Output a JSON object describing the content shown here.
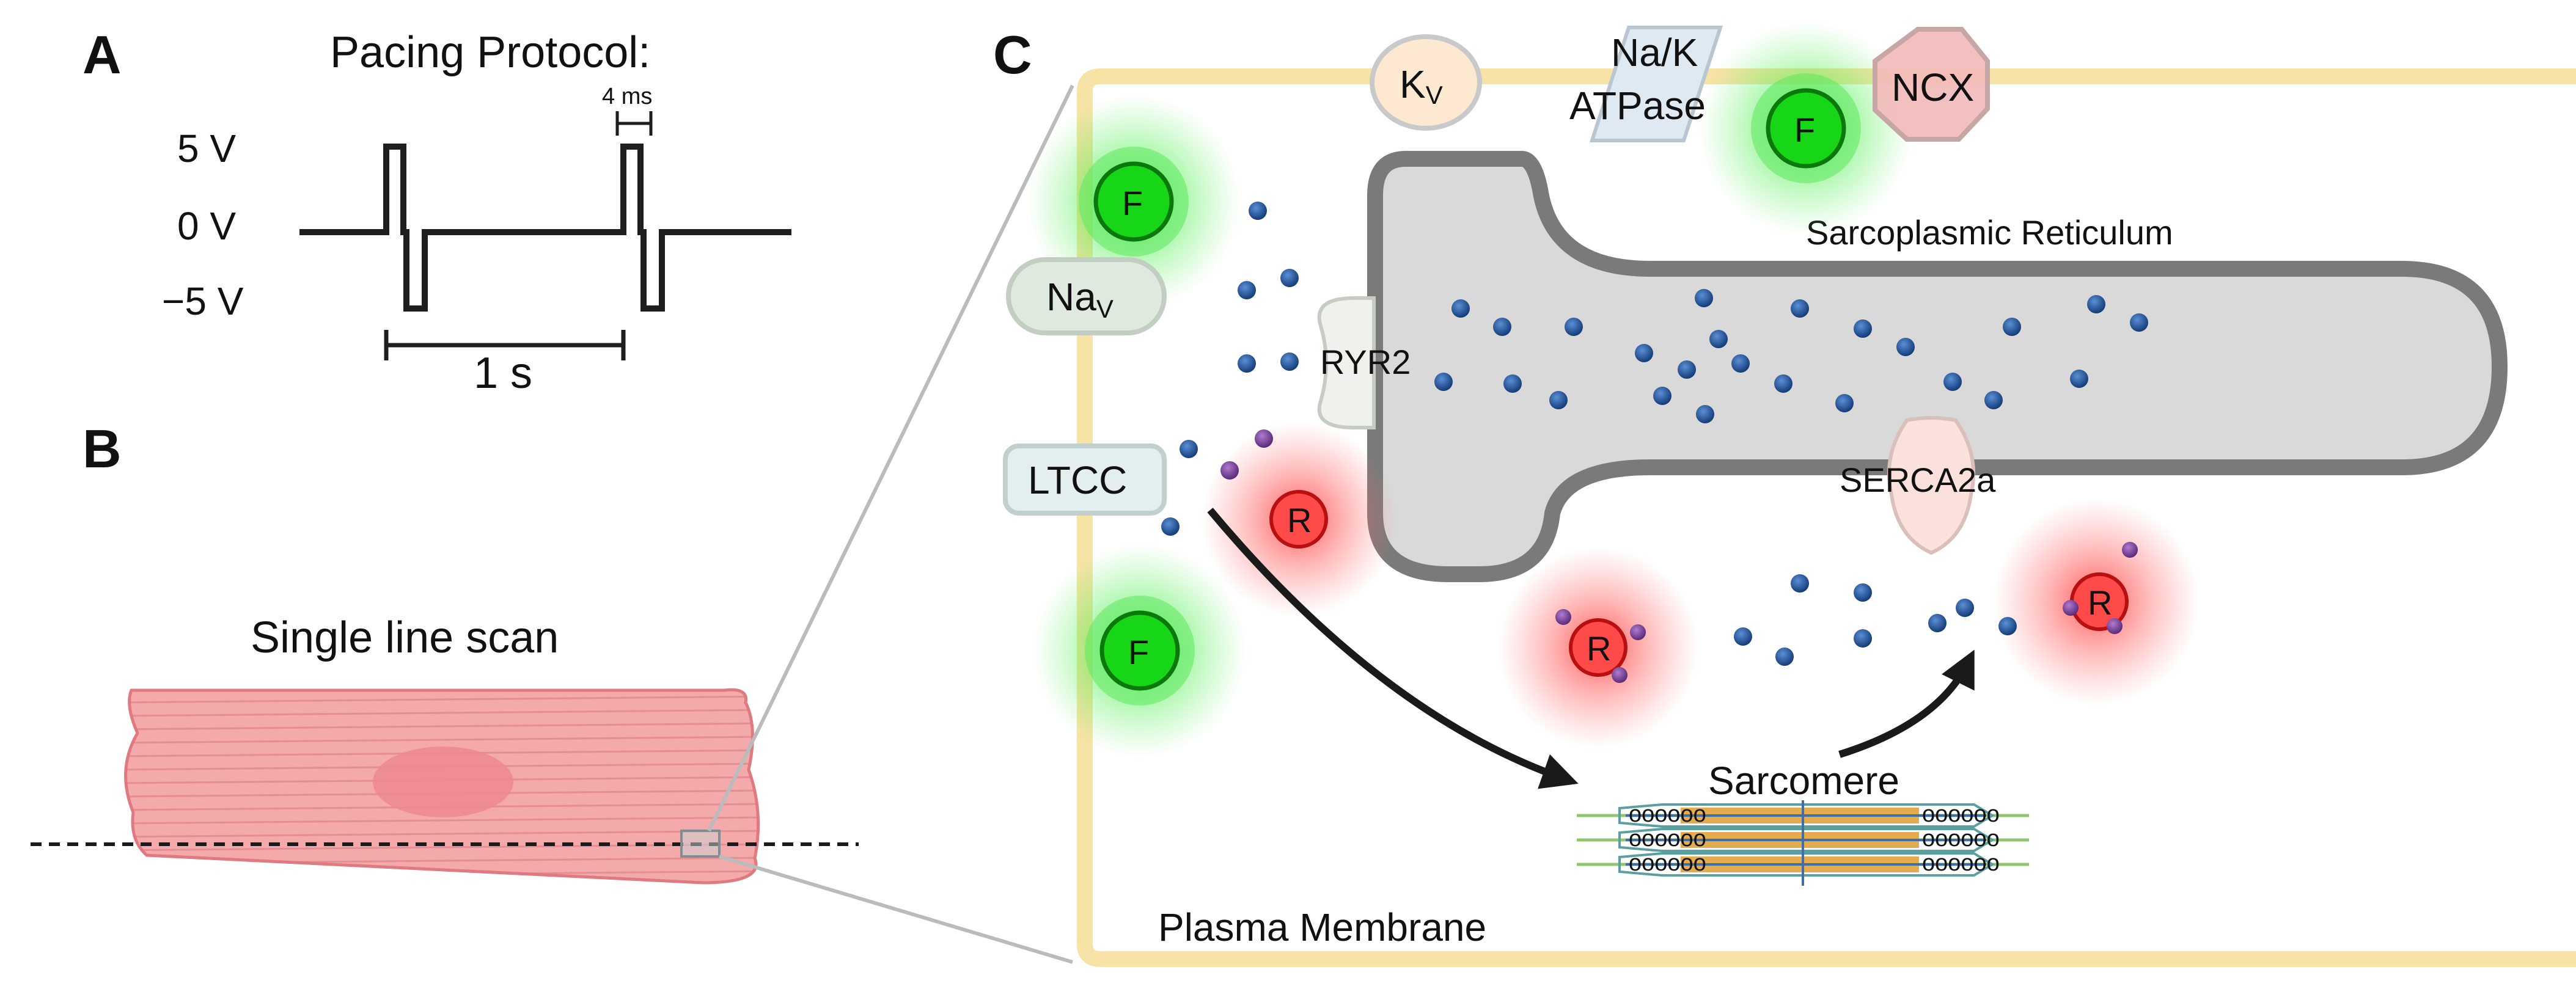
{
  "panels": {
    "a": {
      "letter": "A",
      "title": "Pacing Protocol:",
      "y_labels": {
        "top": "5 V",
        "mid": "0 V",
        "bottom": "−5 V"
      },
      "pulse_width": "4 ms",
      "period": "1 s"
    },
    "b": {
      "letter": "B",
      "title": "Single line scan"
    },
    "c": {
      "letter": "C",
      "labels": {
        "kv_main": "K",
        "kv_sub": "V",
        "nak_line1": "Na/K",
        "nak_line2": "ATPase",
        "ncx": "NCX",
        "nav_main": "Na",
        "nav_sub": "V",
        "ryr2": "RYR2",
        "ltcc": "LTCC",
        "serca": "SERCA2a",
        "sr": "Sarcoplasmic Reticulum",
        "sarcomere": "Sarcomere",
        "membrane": "Plasma Membrane",
        "fluo": "F",
        "rhod": "R"
      }
    }
  },
  "colors": {
    "membrane": "#f7e3a6",
    "sr_fill": "#d9d9d9",
    "sr_edge": "#7a7a7a",
    "cell": "#f2a4a6",
    "fluo": "#19e619",
    "rhod": "#ff4d4d",
    "calcium": "#1f4e8c",
    "arrow": "#1a1a1a"
  }
}
